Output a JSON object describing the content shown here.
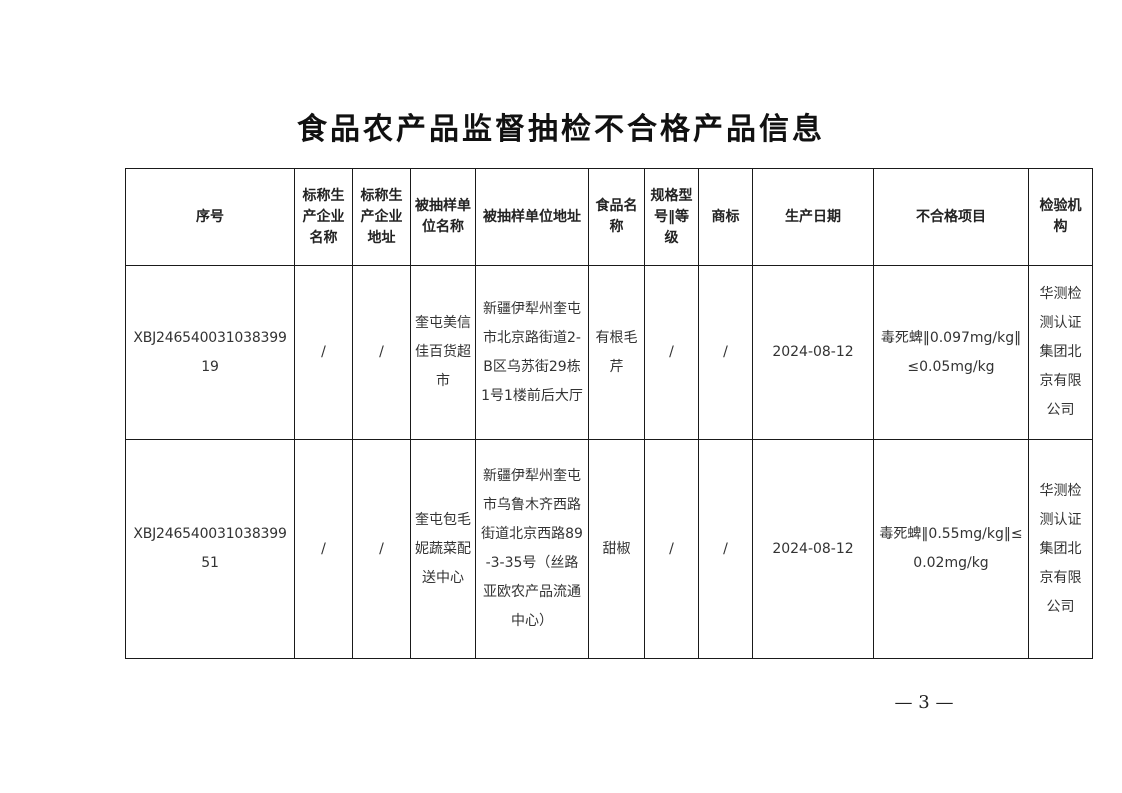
{
  "title": "食品农产品监督抽检不合格产品信息",
  "table": {
    "headers": [
      "序号",
      "标称生产企业名称",
      "标称生产企业地址",
      "被抽样单位名称",
      "被抽样单位地址",
      "食品名称",
      "规格型号‖等级",
      "商标",
      "生产日期",
      "不合格项目",
      "检验机构"
    ],
    "rows": [
      [
        "XBJ24654003103839919",
        "/",
        "/",
        "奎屯美信佳百货超市",
        "新疆伊犁州奎屯市北京路街道2-B区乌苏街29栋1号1楼前后大厅",
        "有根毛芹",
        "/",
        "/",
        "2024-08-12",
        "毒死蜱‖0.097mg/kg‖≤0.05mg/kg",
        "华测检测认证集团北京有限公司"
      ],
      [
        "XBJ24654003103839951",
        "/",
        "/",
        "奎屯包毛妮蔬菜配送中心",
        "新疆伊犁州奎屯市乌鲁木齐西路街道北京西路89-3-35号（丝路亚欧农产品流通中心）",
        "甜椒",
        "/",
        "/",
        "2024-08-12",
        "毒死蜱‖0.55mg/kg‖≤0.02mg/kg",
        "华测检测认证集团北京有限公司"
      ]
    ]
  },
  "page_number": "— 3 —"
}
